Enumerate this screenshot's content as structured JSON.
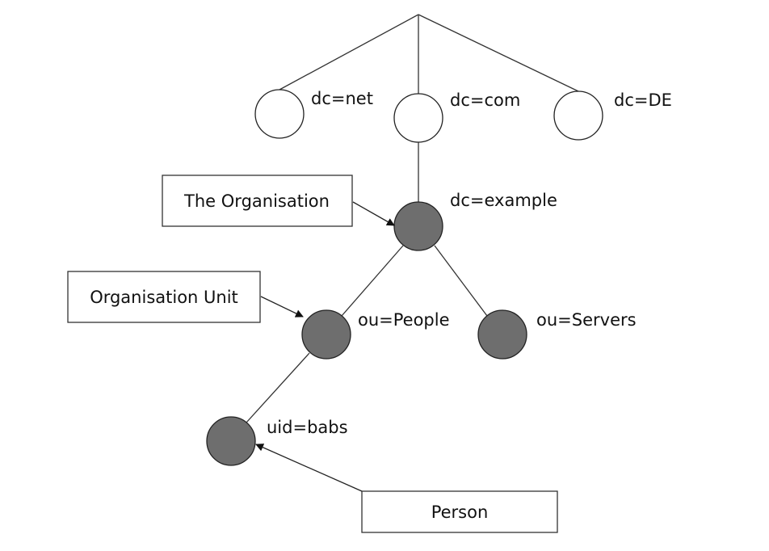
{
  "nodes": {
    "dc_net": "dc=net",
    "dc_com": "dc=com",
    "dc_de": "dc=DE",
    "dc_example": "dc=example",
    "ou_people": "ou=People",
    "ou_servers": "ou=Servers",
    "uid_babs": "uid=babs"
  },
  "callouts": {
    "organisation": "The Organisation",
    "organisation_unit": "Organisation Unit",
    "person": "Person"
  },
  "colors": {
    "filled_node": "#6e6e6e",
    "open_node": "#ffffff",
    "line": "#333333"
  }
}
